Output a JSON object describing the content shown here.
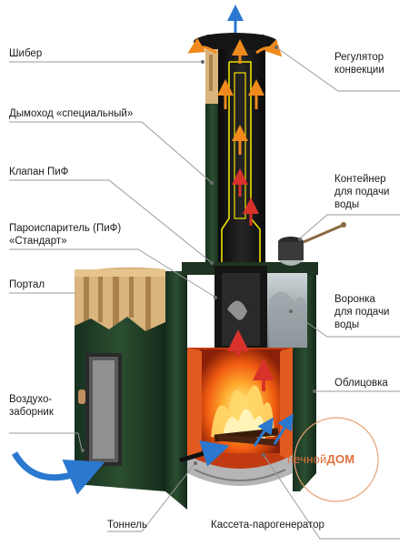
{
  "labels": {
    "shiber": "Шибер",
    "dymokhod": "Дымоход «специальный»",
    "klapan": "Клапан ПиФ",
    "parois_1": "Пароиспаритель (ПиФ)",
    "parois_2": "«Стандарт»",
    "portal": "Портал",
    "vozdukh_1": "Воздухо-",
    "vozdukh_2": "заборник",
    "tonnel": "Тоннель",
    "kasseta": "Кассета-парогенератор",
    "regulator_1": "Регулятор",
    "regulator_2": "конвекции",
    "container_1": "Контейнер",
    "container_2": "для подачи",
    "container_3": "воды",
    "voronka_1": "Воронка",
    "voronka_2": "для подачи",
    "voronka_3": "воды",
    "oblitsovka": "Облицовка"
  },
  "watermark": {
    "part1": "печной",
    "part2": "ДОМ"
  },
  "colors": {
    "stone": "#1f3a24",
    "stone_dark": "#132617",
    "wood": "#d9b47c",
    "wood_dark": "#a9824c",
    "fire": "#ff7a1a",
    "chimney_core": "#101010",
    "inner_line": "#f2e200",
    "arrow_orange": "#f08a1c",
    "arrow_red": "#d8322a",
    "arrow_blue": "#2a78d0",
    "leader": "#9a9a9a"
  }
}
